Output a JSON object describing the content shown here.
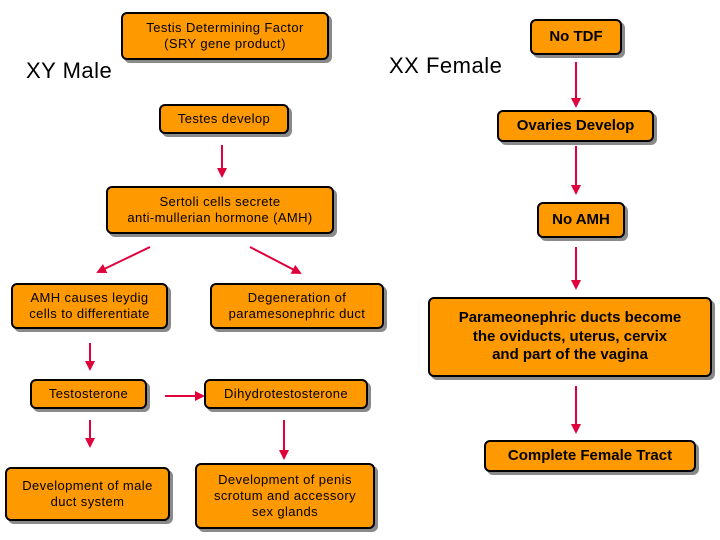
{
  "headings": {
    "xy_male": "XY Male",
    "xx_female": "XX Female"
  },
  "male": {
    "tdf": "Testis Determining Factor\n(SRY gene product)",
    "testes": "Testes develop",
    "sertoli": "Sertoli cells secrete\nanti-mullerian hormone (AMH)",
    "leydig": "AMH causes leydig\ncells to differentiate",
    "degeneration": "Degeneration of\nparamesonephric duct",
    "testosterone": "Testosterone",
    "dht": "Dihydrotestosterone",
    "male_duct": "Development of male\nduct system",
    "penis": "Development of penis\nscrotum and accessory\nsex glands"
  },
  "female": {
    "no_tdf": "No TDF",
    "ovaries": "Ovaries Develop",
    "no_amh": "No AMH",
    "paramesonephric": "Parameonephric ducts become\nthe oviducts, uterus, cervix\nand part of the vagina",
    "complete": "Complete Female Tract"
  },
  "colors": {
    "box_fill": "#ff9900",
    "arrow": "#e0003c",
    "shadow": "#8a8a8a"
  }
}
